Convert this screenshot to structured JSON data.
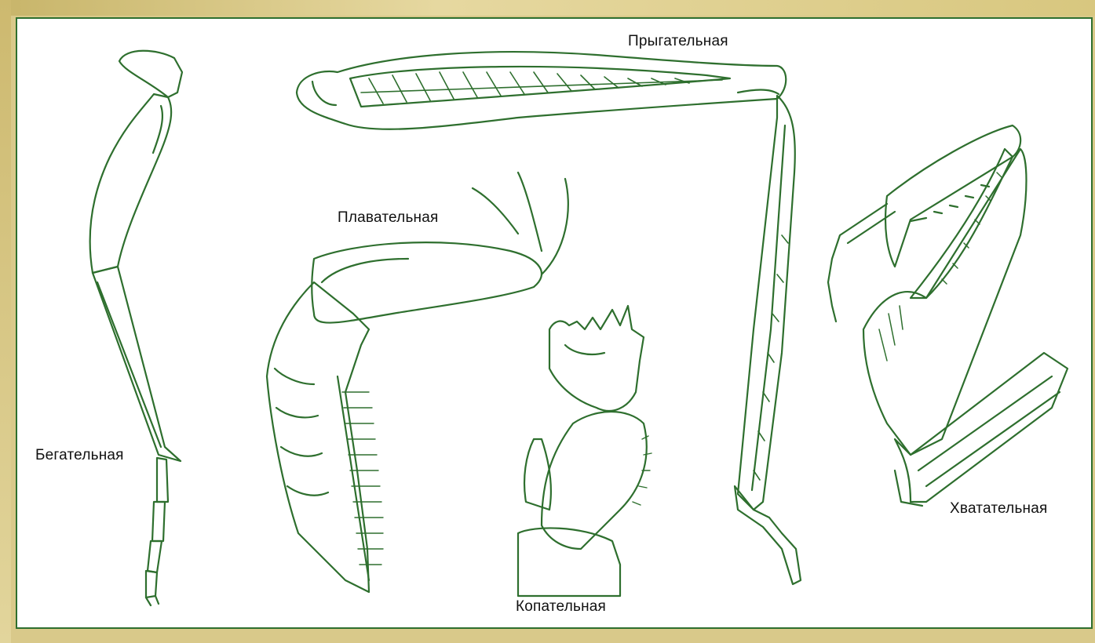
{
  "labels": {
    "running": "Бегательная",
    "swimming": "Плавательная",
    "jumping": "Прыгательная",
    "digging": "Копательная",
    "grasping": "Хватательная"
  },
  "colors": {
    "line": "#2e6f2e",
    "background": "#ffffff",
    "frame": "#d9c98a"
  }
}
